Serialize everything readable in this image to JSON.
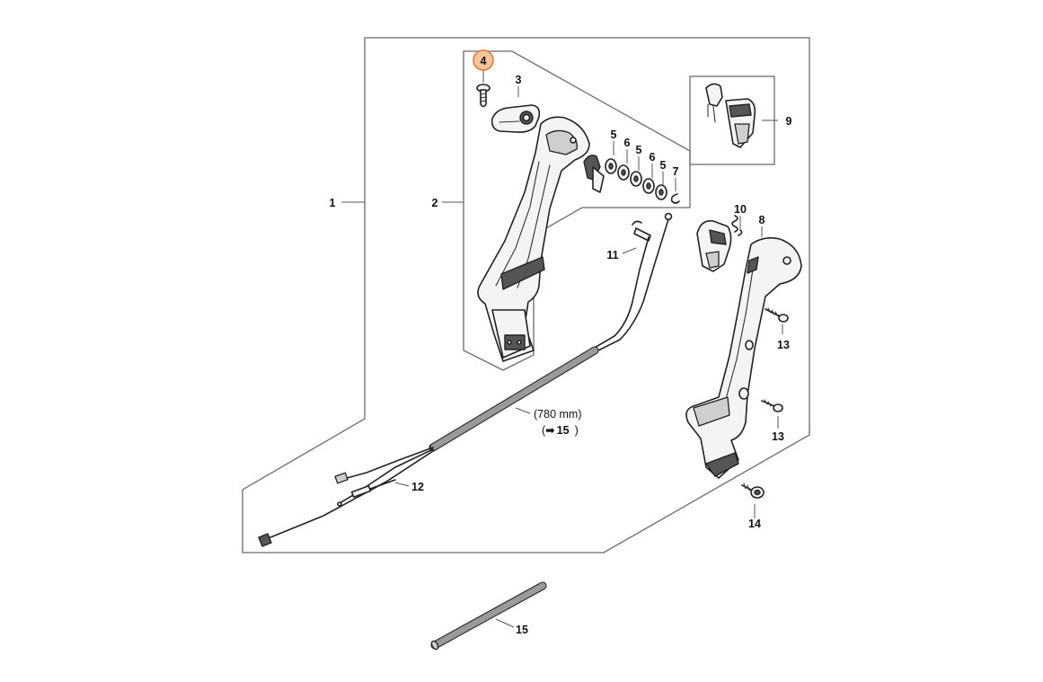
{
  "callouts": [
    {
      "id": "1",
      "label": "1"
    },
    {
      "id": "2",
      "label": "2"
    },
    {
      "id": "3",
      "label": "3"
    },
    {
      "id": "4",
      "label": "4",
      "highlighted": true
    },
    {
      "id": "5a",
      "label": "5"
    },
    {
      "id": "6a",
      "label": "6"
    },
    {
      "id": "5b",
      "label": "5"
    },
    {
      "id": "6b",
      "label": "6"
    },
    {
      "id": "5c",
      "label": "5"
    },
    {
      "id": "7",
      "label": "7"
    },
    {
      "id": "8",
      "label": "8"
    },
    {
      "id": "9",
      "label": "9"
    },
    {
      "id": "10",
      "label": "10"
    },
    {
      "id": "11",
      "label": "11"
    },
    {
      "id": "12",
      "label": "12"
    },
    {
      "id": "13a",
      "label": "13"
    },
    {
      "id": "13b",
      "label": "13"
    },
    {
      "id": "14",
      "label": "14"
    },
    {
      "id": "15",
      "label": "15"
    }
  ],
  "hose_note": {
    "length": "(780 mm)",
    "ref_open": "(",
    "ref_arrow": "➡",
    "ref_num": "15",
    "ref_close": ")"
  },
  "colors": {
    "highlight_fill": "#f5c49a",
    "highlight_stroke": "#e07b2c",
    "line": "#222222"
  }
}
